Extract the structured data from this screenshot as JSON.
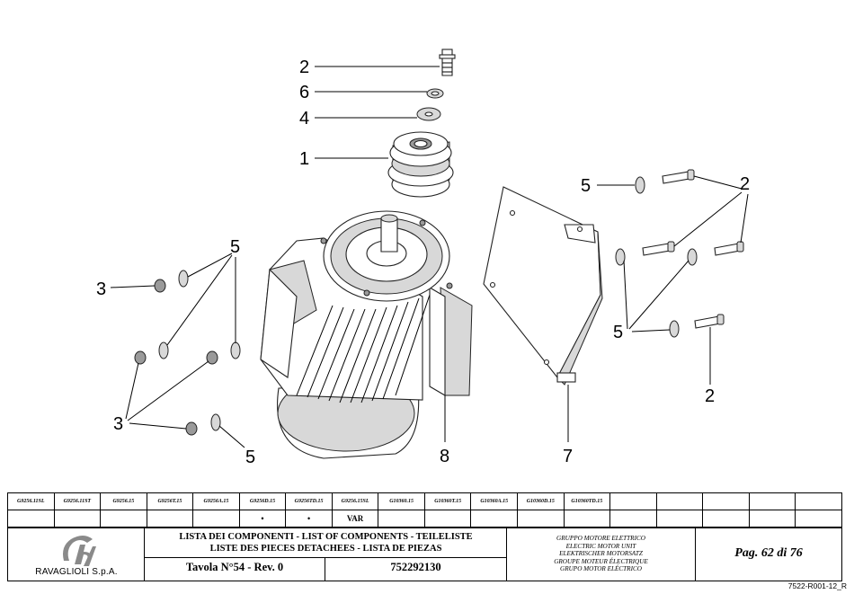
{
  "callouts": [
    "2",
    "6",
    "4",
    "1",
    "5",
    "2",
    "5",
    "3",
    "5",
    "3",
    "5",
    "8",
    "7",
    "2"
  ],
  "model_table": {
    "codes": [
      "G9256.11SL",
      "G9256.11ST",
      "G9256.15",
      "G9256T.15",
      "G9256A.15",
      "G9256D.15",
      "G9256TD.15",
      "G9256.15SL",
      "G10360.15",
      "G10360T.15",
      "G10360A.15",
      "G10360D.15",
      "G10360TD.15",
      "",
      "",
      "",
      "",
      ""
    ],
    "marks": [
      "",
      "",
      "",
      "",
      "",
      "•",
      "•",
      "VAR",
      "",
      "",
      "",
      "",
      "",
      "",
      "",
      "",
      "",
      ""
    ]
  },
  "title_block": {
    "company": "RAVAGLIOLI S.p.A.",
    "list_line1": "LISTA DEI COMPONENTI - LIST OF COMPONENTS - TEILELISTE",
    "list_line2": "LISTE DES PIECES DETACHEES - LISTA DE PIEZAS",
    "table_ref": "Tavola N°54 - Rev. 0",
    "code_number": "752292130",
    "group_lines": [
      "GRUPPO MOTORE ELETTRICO",
      "ELECTRIC MOTOR UNIT",
      "ELEKTRISCHER MOTORSATZ",
      "GROUPE MOTEUR ÉLECTRIQUE",
      "GRUPO MOTOR ELÉCTRICO"
    ],
    "page": "Pag. 62 di 76",
    "doc_code": "7522-R001-12_R"
  }
}
